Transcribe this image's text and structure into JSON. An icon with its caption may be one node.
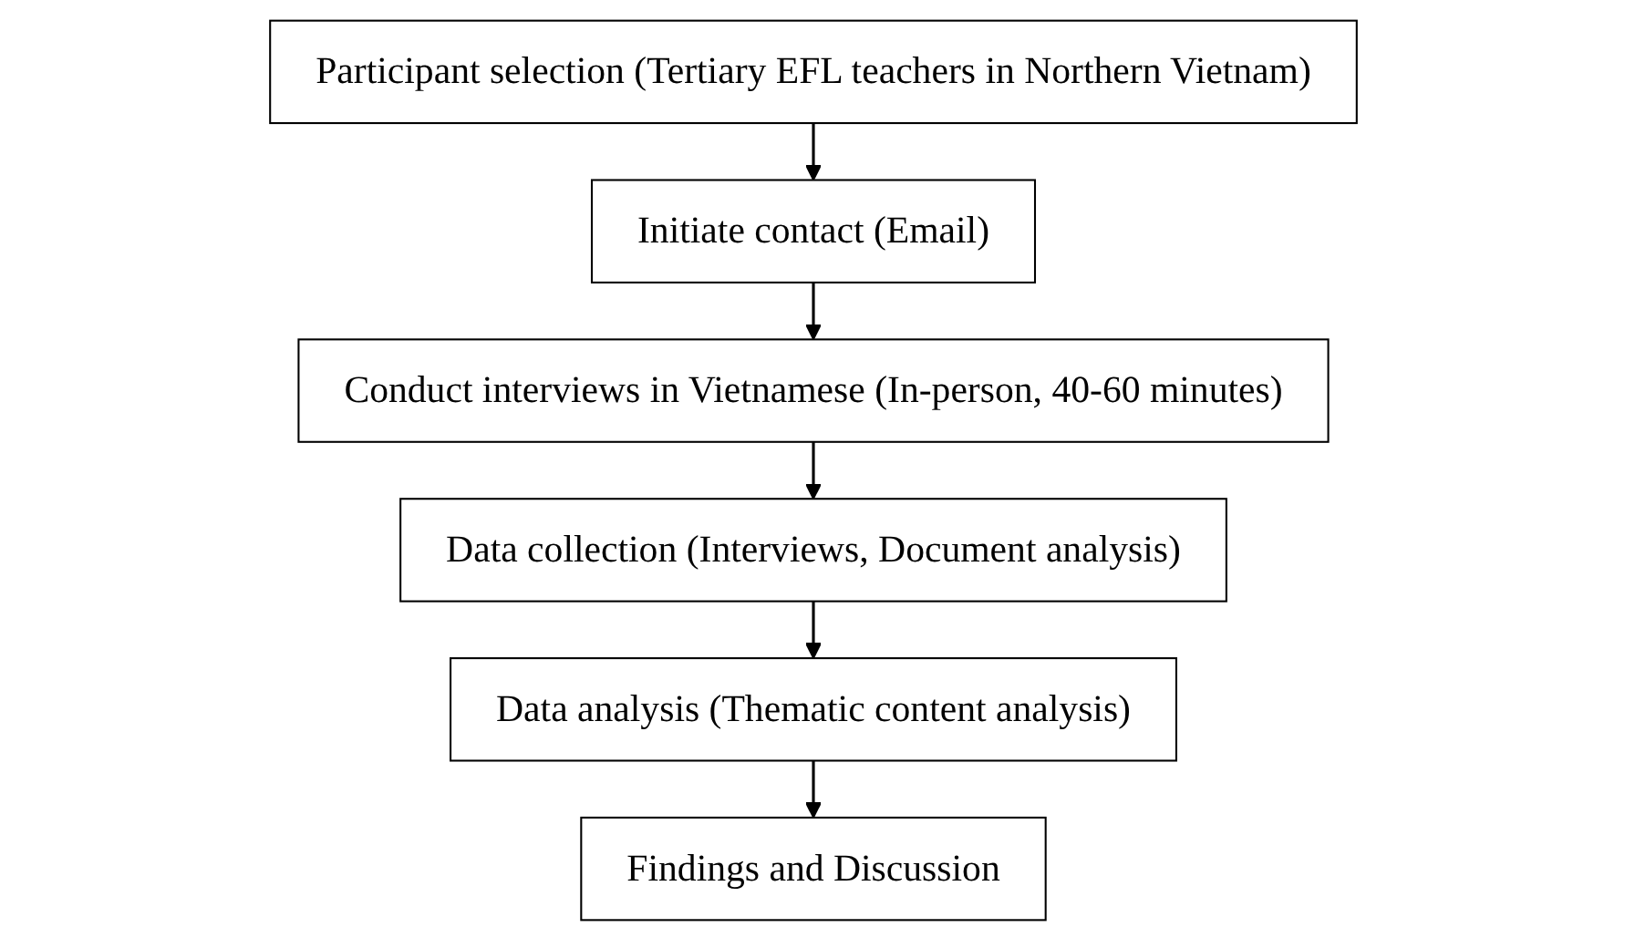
{
  "diagram": {
    "nodes": [
      {
        "text": [
          "Participant selection (Tertiary EFL teachers in Northern Vietnam)"
        ]
      },
      {
        "text": [
          "Initiate contact (Email)"
        ]
      },
      {
        "text": [
          "Conduct interviews in Vietnamese (In-person, 40-60 minutes)"
        ]
      },
      {
        "text": [
          "Data collection (Interviews, Document analysis)"
        ]
      },
      {
        "text": [
          "Data analysis (Thematic content analysis)"
        ]
      },
      {
        "text": [
          "Findings and Discussion"
        ]
      }
    ],
    "edges": [
      {
        "from": 0,
        "to": 1,
        "arrow": "to"
      },
      {
        "from": 1,
        "to": 2,
        "arrow": "to"
      },
      {
        "from": 2,
        "to": 3,
        "arrow": "to"
      },
      {
        "from": 3,
        "to": 4,
        "arrow": "to"
      },
      {
        "from": 4,
        "to": 5,
        "arrow": "to"
      }
    ]
  }
}
